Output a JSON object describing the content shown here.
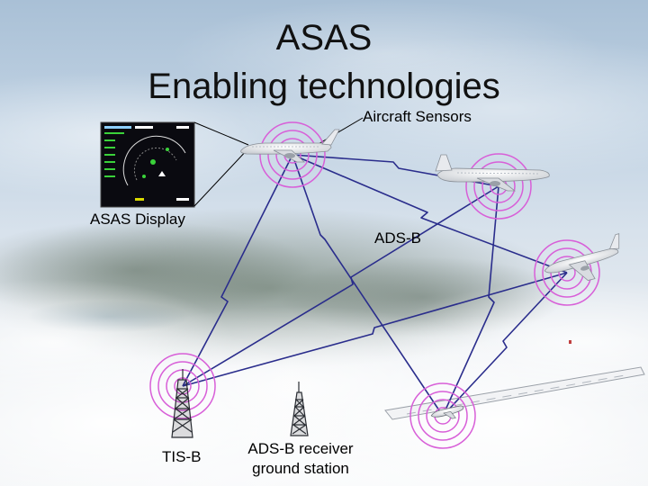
{
  "title": {
    "line1": "ASAS",
    "line2": "Enabling technologies"
  },
  "labels": {
    "aircraft_sensors": "Aircraft Sensors",
    "asas_display": "ASAS Display",
    "adsb": "ADS-B",
    "tisb": "TIS-B",
    "ground_station": "ADS-B receiver ground station"
  },
  "colors": {
    "link_line": "#2a2d8c",
    "radio_rings": "#d85fd8",
    "callout_line": "#000000",
    "title_text": "#111111"
  },
  "icons": [
    "aircraft-icon",
    "radar-display-icon",
    "radio-tower-icon",
    "radio-wave-rings-icon",
    "runway-icon"
  ]
}
